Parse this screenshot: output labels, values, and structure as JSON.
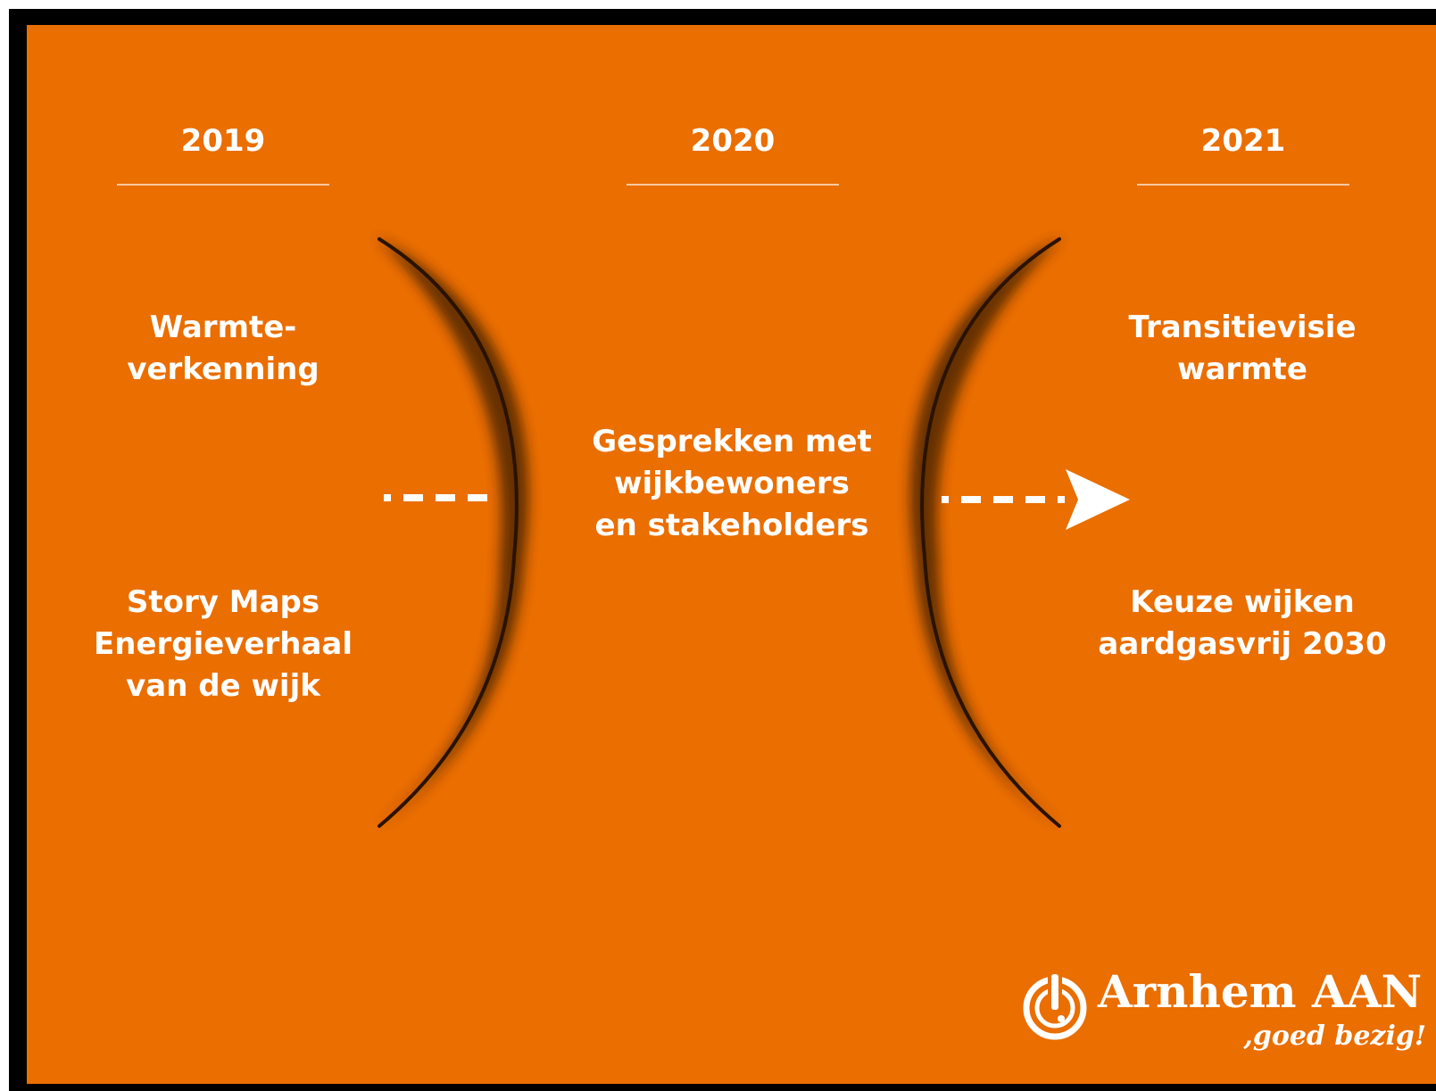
{
  "colors": {
    "background": "#ea6e00",
    "frame": "#000000",
    "text": "#ffffff",
    "rule": "#f7c9a0",
    "curve_shadow": "#3a1a00"
  },
  "timeline": {
    "years": [
      "2019",
      "2020",
      "2021"
    ],
    "col_2019": {
      "item_1": "Warmte-\nverkenning",
      "item_2": "Story Maps\nEnergieverhaal\nvan de wijk"
    },
    "col_2020": {
      "item_1": "Gesprekken met\nwijkbewoners\nen stakeholders"
    },
    "col_2021": {
      "item_1": "Transitievisie\nwarmte",
      "item_2": "Keuze wijken\naardgasvrij 2030"
    }
  },
  "logo": {
    "icon": "power-icon",
    "name": "Arnhem AAN",
    "tagline": ",goed bezig!"
  }
}
